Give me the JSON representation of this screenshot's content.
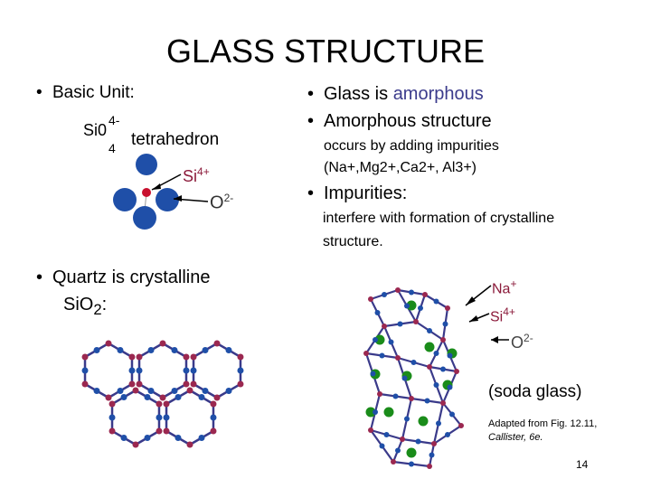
{
  "title": "GLASS STRUCTURE",
  "left": {
    "basic_unit": "Basic Unit:",
    "tetra_si": "Si0",
    "tetra_sub": "4",
    "tetra_charge": "4-",
    "tetra_word": "tetrahedron",
    "si_label": "Si",
    "si_charge": "4+",
    "o_label": "O",
    "o_charge": "2-",
    "quartz_line1": "Quartz is crystalline",
    "quartz_line2": "SiO",
    "quartz_sub": "2",
    "quartz_colon": ":"
  },
  "right": {
    "glass_prefix": "Glass is ",
    "glass_word": "amorphous",
    "amorph": "Amorphous structure",
    "occurs": "occurs by adding impurities",
    "impurity_list": "(Na+,Mg2+,Ca2+, Al3+)",
    "impurities": "Impurities:",
    "interfere": "interfere with formation of crystalline structure."
  },
  "glass_labels": {
    "na": "Na",
    "na_charge": "+",
    "si": "Si",
    "si_charge": "4+",
    "o": "O",
    "o_charge": "2-"
  },
  "caption": "(soda glass)",
  "credit_line1": "Adapted from Fig. 12.11,",
  "credit_line2": "Callister, 6e.",
  "page_number": "14",
  "colors": {
    "silicon": "#c8102e",
    "oxygen": "#1f4fa8",
    "sodium": "#1a8c1a",
    "accent": "#3b3b8c",
    "site": "#9b2850"
  }
}
